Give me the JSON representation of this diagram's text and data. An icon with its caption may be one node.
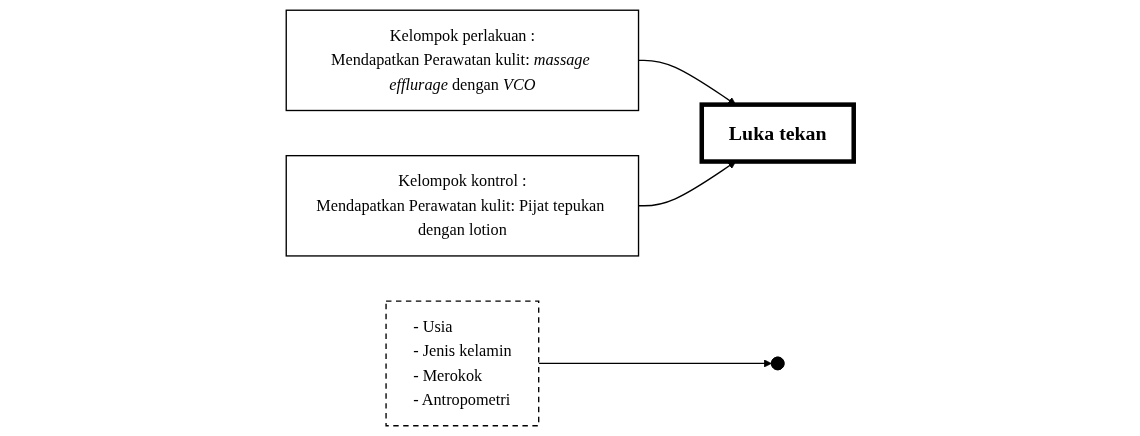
{
  "diagram": {
    "nodes": [
      {
        "text": [
          "Kelompok perlakuan :",
          "Mendapatkan Perawatan kulit: *massage efflurage* dengan *VCO*"
        ]
      },
      {
        "text": [
          "Kelompok kontrol :",
          "Mendapatkan Perawatan kulit: Pijat tepukan dengan lotion"
        ]
      },
      {
        "text": [
          "Luka tekan"
        ]
      },
      {
        "text": [
          "- Usia",
          "- Jenis kelamin",
          "- Merokok",
          "- Antropometri"
        ]
      }
    ],
    "edges": [
      {
        "from": 0,
        "to": 2,
        "arrow": "to"
      },
      {
        "from": 1,
        "to": 2,
        "arrow": "to"
      },
      {
        "from": 3,
        "to": null,
        "arrow": "to"
      }
    ]
  }
}
